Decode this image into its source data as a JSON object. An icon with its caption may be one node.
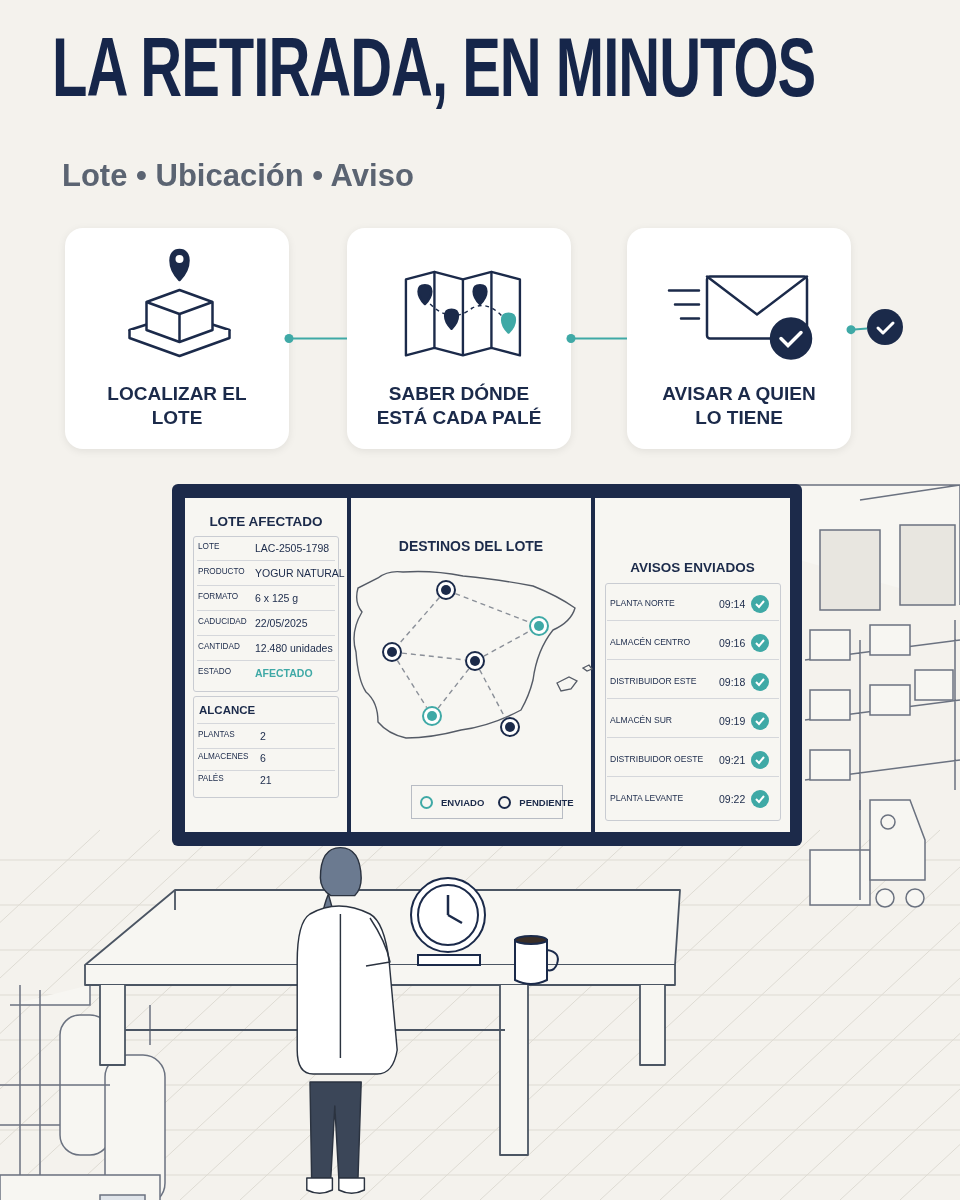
{
  "diagram": {
    "title": "LA RETIRADA, EN MINUTOS",
    "nodes": [
      {
        "text": [
          "LOCALIZAR EL LOTE"
        ]
      },
      {
        "text": [
          "SABER DÓNDE ESTÁ CADA PALÉ"
        ]
      },
      {
        "text": [
          "AVISAR A QUIEN LO TIENE"
        ]
      },
      {
        "text": [],
        "shape": "circle"
      },
      {
        "text": [
          "LOTE AFECTADO"
        ]
      },
      {
        "text": [
          "DESTINOS DEL LOTE"
        ]
      },
      {
        "text": [],
        "shape": "circle",
        "in": 5
      },
      {
        "text": [],
        "shape": "circle",
        "in": 5
      },
      {
        "text": [],
        "shape": "circle",
        "in": 5
      },
      {
        "text": [],
        "shape": "circle",
        "in": 5
      },
      {
        "text": [],
        "shape": "circle",
        "in": 5
      },
      {
        "text": [],
        "shape": "circle",
        "in": 5
      },
      {
        "text": [
          "AVISOS ENVIADOS"
        ]
      }
    ],
    "edges": [
      {
        "from": 0,
        "to": 1,
        "arrow": "other",
        "color": "#3fa9a6"
      },
      {
        "from": 1,
        "to": 2,
        "arrow": "other",
        "color": "#3fa9a6"
      },
      {
        "from": 2,
        "to": 3,
        "arrow": "other",
        "color": "#3fa9a6"
      },
      {
        "from": 6,
        "to": 8,
        "arrow": "none",
        "style": "dashed"
      },
      {
        "from": 6,
        "to": 7,
        "arrow": "none",
        "style": "dashed"
      },
      {
        "from": 8,
        "to": 9,
        "arrow": "none",
        "style": "dashed"
      },
      {
        "from": 9,
        "to": 7,
        "arrow": "none",
        "style": "dashed"
      },
      {
        "from": 8,
        "to": 10,
        "arrow": "none",
        "style": "dashed"
      },
      {
        "from": 10,
        "to": 9,
        "arrow": "none",
        "style": "dashed"
      },
      {
        "from": 9,
        "to": 11,
        "arrow": "none",
        "style": "dashed"
      }
    ],
    "labels": [
      "Lote • Ubicación • Aviso",
      "LOTE",
      "LAC-2505-1798",
      "PRODUCTO",
      "YOGUR NATURAL",
      "FORMATO",
      "6 x 125 g",
      "CADUCIDAD",
      "22/05/2025",
      "CANTIDAD",
      "12.480 unidades",
      "ESTADO",
      "AFECTADO",
      "ALCANCE",
      "PLANTAS",
      "2",
      "ALMACENES",
      "6",
      "PALÉS",
      "21",
      "PLANTA NORTE",
      "09:14",
      "ALMACÉN CENTRO",
      "09:16",
      "DISTRIBUIDOR ESTE",
      "09:18",
      "ALMACÉN SUR",
      "09:19",
      "DISTRIBUIDOR OESTE",
      "09:21",
      "PLANTA LEVANTE",
      "09:22"
    ],
    "legend": [
      {
        "text": "ENVIADO"
      },
      {
        "text": "PENDIENTE"
      }
    ]
  }
}
